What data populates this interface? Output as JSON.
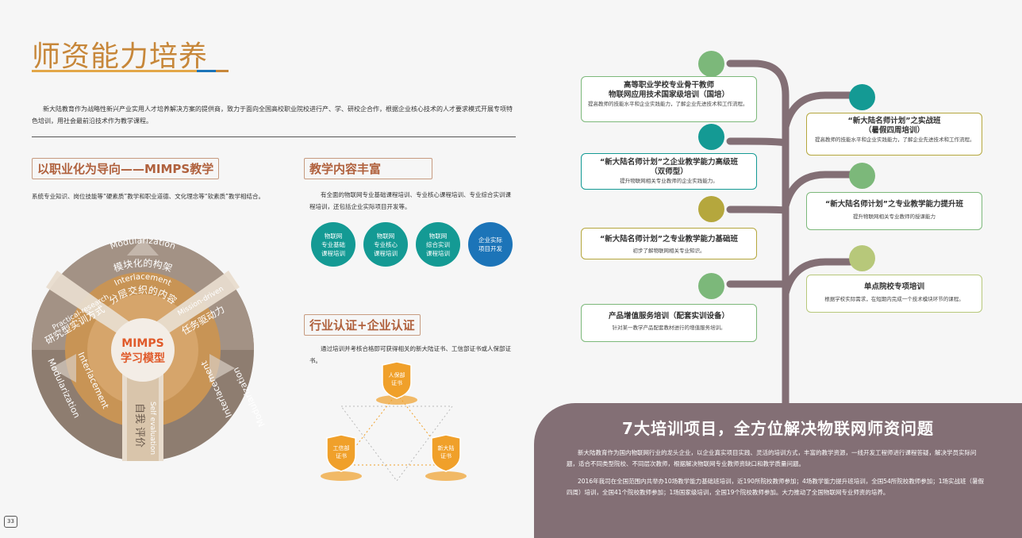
{
  "page": {
    "title": "师资能力培养",
    "intro": "新大陆教育作为战略性新兴产业实用人才培养解决方案的提供商，致力于面向全国高校职业院校进行产、学、研校企合作，根据企业核心技术的人才要求模式开展专项特色培训，用社会最前沿技术作为教学课程。",
    "page_number": "33"
  },
  "colors": {
    "title": "#c7873a",
    "section_title": "#b0613d",
    "teal": "#149a94",
    "blue": "#1c74b8",
    "trunk": "#836f75",
    "green": "#7cb87a",
    "olive": "#b5a73d",
    "orange": "#f0a02a"
  },
  "mimps": {
    "title": "以职业化为导向——MIMPS教学",
    "desc": "系统专业知识、岗位技能等“硬素质”教学和职业道德、文化理念等“软素质”教学相结合。",
    "center_line1": "MIMPS",
    "center_line2": "学习模型",
    "outer_top_en": "Modularization",
    "outer_top_cn": "模块化的构架",
    "mid_top_en": "Interlacement",
    "mid_top_cn": "分层交织的内容",
    "left_en": "Practical-research",
    "left_cn": "研究型实训方式",
    "right_en": "Mission-driven",
    "right_cn": "任务驱动力",
    "bottom_en": "Self evaluation",
    "bottom_cn": "自我评价",
    "bl_outer": "Modularization",
    "bl_inner": "Interlacement",
    "br_inner": "Interlacement",
    "br_outer": "Modularization"
  },
  "content": {
    "title": "教学内容丰富",
    "desc": "有全面的物联网专业基础课程培训、专业核心课程培训、专业综合实训课程培训，还包括企业实际项目开发等。",
    "circles": [
      {
        "label": "物联网\n专业基础\n课程培训"
      },
      {
        "label": "物联网\n专业核心\n课程培训"
      },
      {
        "label": "物联网\n综合实训\n课程培训"
      },
      {
        "label": "企业实际\n项目开发"
      }
    ]
  },
  "cert": {
    "title": "行业认证+企业认证",
    "desc": "通过培训并考核合格即可获得相关的新大陆证书、工信部证书或人保部证书。",
    "top": "人保部\n证书",
    "left": "工信部\n证书",
    "right": "新大陆\n证书"
  },
  "training": {
    "left_cards": [
      {
        "title": "高等职业学校专业骨干教师\n物联网应用技术国家级培训（国培）",
        "desc": "提高教师的技能水平和企业实践能力，了解企业先进技术和工作流程。"
      },
      {
        "title": "“新大陆名师计划”之企业教学能力高级班\n（双师型）",
        "desc": "提升物联网相关专业教师的企业实践能力。"
      },
      {
        "title": "“新大陆名师计划”之专业教学能力基础班",
        "desc": "初步了解物联网相关专业知识。"
      },
      {
        "title": "产品增值服务培训（配套实训设备）",
        "desc": "针对某一教学产品配套教材进行的增值服务培训。"
      }
    ],
    "right_cards": [
      {
        "title": "“新大陆名师计划”之实战班\n（暑假四周培训）",
        "desc": "提高教师的技能水平和企业实践能力，了解企业先进技术和工作流程。"
      },
      {
        "title": "“新大陆名师计划”之专业教学能力提升班",
        "desc": "提升物联网相关专业教师的授课能力"
      },
      {
        "title": "单点院校专项培训",
        "desc": "根据学校实际需求，在短期内完成一个技术模块环节的课程。"
      }
    ],
    "panel_title": "7大培训项目，全方位解决物联网师资问题",
    "panel_p1": "新大陆教育作为国内物联网行业的龙头企业，以企业真实项目实践、灵活的培训方式，丰富的教学资源，一线开发工程师进行课程答疑，解决学员实际问题，适合不同类型院校、不同层次教师，根据解决物联网专业教师资缺口和教学质量问题。",
    "panel_p2": "2016年我司在全国范围内共举办10场教学能力基础班培训，近190所院校教师参加；4场教学能力提升班培训，全国54所院校教师参加；1场实战班（暑假四周）培训，全国41个院校教师参加；1场国家级培训，全国19个院校教师参加。大力推动了全国物联网专业师资的培养。"
  }
}
